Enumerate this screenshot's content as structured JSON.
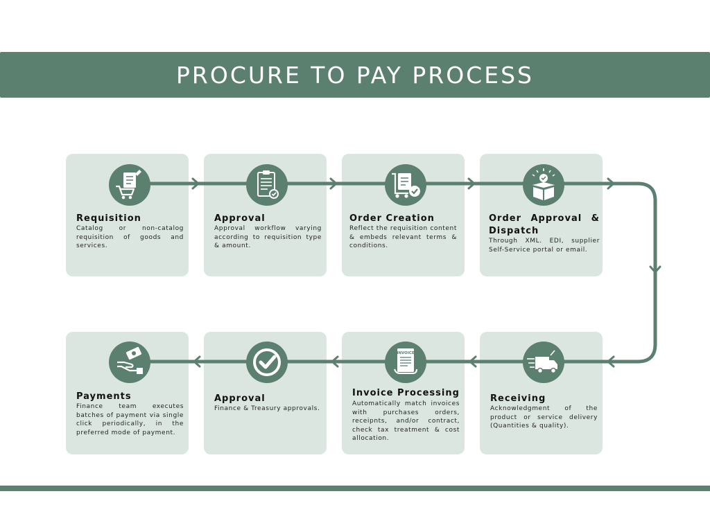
{
  "title": "PROCURE TO PAY PROCESS",
  "colors": {
    "primary": "#5b8070",
    "card": "#dbe6e1",
    "text": "#111111"
  },
  "steps": [
    {
      "title": "Requisition",
      "description": "Catalog or non-catalog requisition of goods and services.",
      "icon": "shopping-cart-checklist-icon"
    },
    {
      "title": "Approval",
      "description": "Approval workflow varying according to requisition type & amount.",
      "icon": "clipboard-check-icon"
    },
    {
      "title": "Order Creation",
      "description": "Reflect the requisition content & embeds relevant terms & conditions.",
      "icon": "trolley-document-icon"
    },
    {
      "title": "Order Approval & Dispatch",
      "description": "Through XML. EDI, supplier Self-Service portal or email.",
      "icon": "open-box-icon"
    },
    {
      "title": "Receiving",
      "description": "Acknowledgment of the product or service delivery (Quantities & quality).",
      "icon": "delivery-truck-icon"
    },
    {
      "title": "Invoice Processing",
      "description": "Automatically match invoices with purchases orders, receipnts, and/or contract, check tax treatment & cost allocation.",
      "icon": "invoice-icon"
    },
    {
      "title": "Approval",
      "description": "Finance & Treasury approvals.",
      "icon": "check-circle-icon"
    },
    {
      "title": "Payments",
      "description": "Finance team executes batches of payment via single click periodically, in the preferred mode of payment.",
      "icon": "hand-money-icon"
    }
  ],
  "invoice_label": "INVOICE"
}
